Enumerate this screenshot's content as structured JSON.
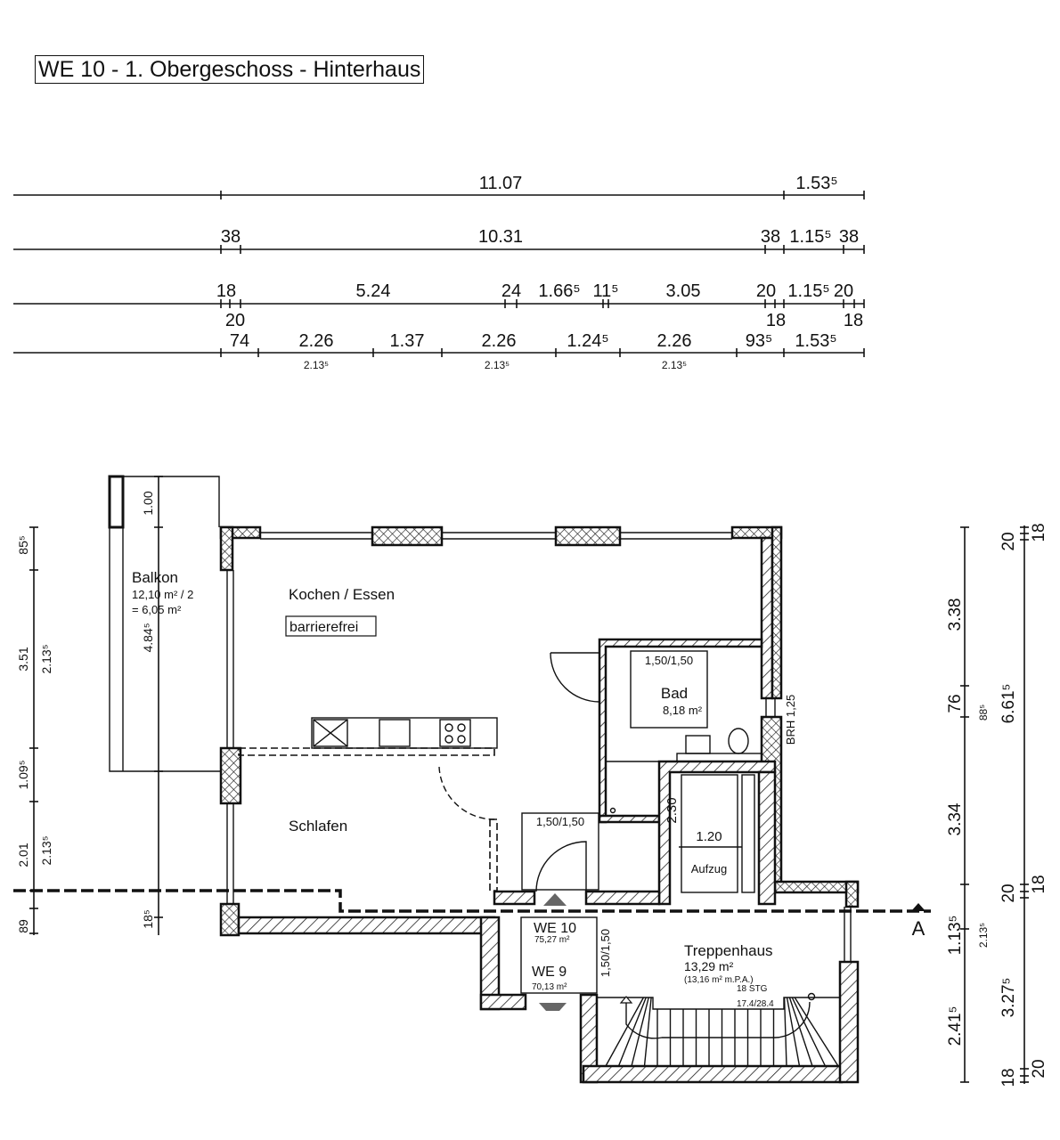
{
  "title": "WE 10 - 1. Obergeschoss - Hinterhaus",
  "top_dimensions": {
    "row1": [
      "11.07",
      "1.53⁵"
    ],
    "row2": [
      "38",
      "10.31",
      "38",
      "1.15⁵",
      "38"
    ],
    "row3": [
      "18",
      "5.24",
      "24",
      "1.66⁵",
      "11⁵",
      "3.05",
      "20",
      "1.15⁵",
      "20"
    ],
    "row3_below": [
      "20",
      "18",
      "18"
    ],
    "row4": [
      "74",
      "2.26",
      "1.37",
      "2.26",
      "1.24⁵",
      "2.26",
      "93⁵",
      "1.53⁵"
    ],
    "row4_sub": [
      "2.13⁵",
      "2.13⁵",
      "2.13⁵"
    ]
  },
  "left_dimensions": {
    "outer": [
      "85⁵",
      "3.51",
      "1.09⁵",
      "2.01",
      "89"
    ],
    "inner": [
      "2.13⁵",
      "2.13⁵"
    ],
    "balkon": [
      "1.00",
      "4.84⁵",
      "18⁵"
    ]
  },
  "right_dimensions": {
    "inner": [
      "3.38",
      "76",
      "3.34",
      "1.13⁵",
      "2.41⁵"
    ],
    "inner_sub": [
      "88⁵",
      "2.13⁵"
    ],
    "outer": [
      "20",
      "18",
      "6.61⁵",
      "20",
      "18",
      "3.27⁵",
      "18",
      "20"
    ]
  },
  "rooms": {
    "balkon": {
      "name": "Balkon",
      "area1": "12,10 m² / 2",
      "area2": "= 6,05 m²"
    },
    "kochen": {
      "name": "Kochen / Essen",
      "tag": "barrierefrei"
    },
    "schlafen": {
      "name": "Schlafen"
    },
    "bad": {
      "name": "Bad",
      "area": "8,18 m²",
      "turn_circle": "1,50/1,50",
      "window": "BRH 1,25"
    },
    "flur": {
      "turn_circle": "1,50/1,50"
    },
    "aufzug": {
      "name": "Aufzug",
      "width": "1.20",
      "depth": "2.30"
    },
    "treppenhaus": {
      "name": "Treppenhaus",
      "area": "13,29 m²",
      "area_pa": "(13,16 m² m.P.A.)",
      "steps": "18 STG",
      "ratio": "17.4/28.4"
    },
    "landing": {
      "we10": "WE 10",
      "we10_area": "75,27 m²",
      "we9": "WE 9",
      "we9_area": "70,13 m²",
      "turn_circle": "1,50/1,50"
    }
  },
  "section_label": "A"
}
